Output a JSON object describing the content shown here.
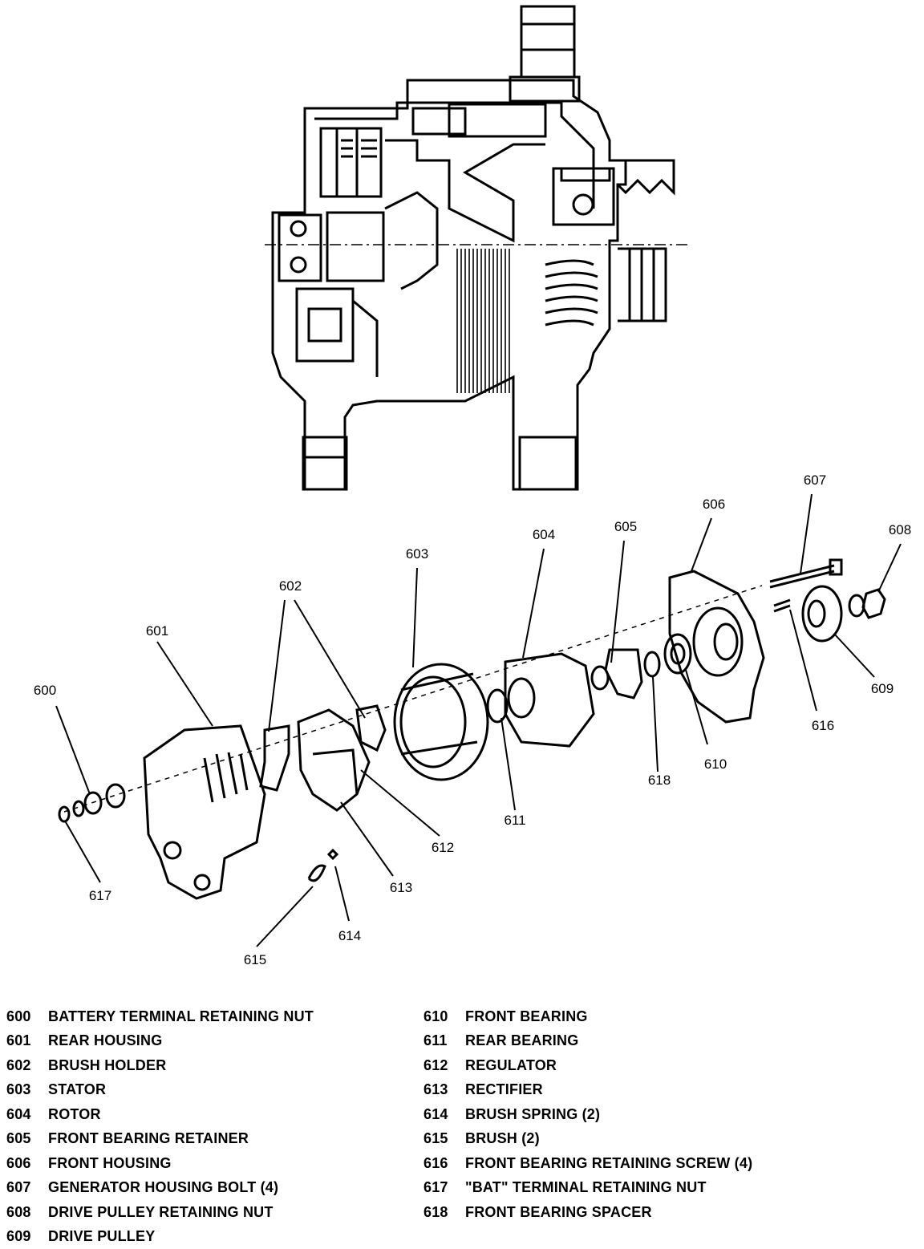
{
  "callouts": [
    "600",
    "601",
    "602",
    "603",
    "604",
    "605",
    "606",
    "607",
    "608",
    "609",
    "610",
    "611",
    "612",
    "613",
    "614",
    "615",
    "616",
    "617",
    "618"
  ],
  "legend": {
    "left": [
      {
        "num": "600",
        "label": "BATTERY TERMINAL RETAINING NUT"
      },
      {
        "num": "601",
        "label": "REAR HOUSING"
      },
      {
        "num": "602",
        "label": "BRUSH HOLDER"
      },
      {
        "num": "603",
        "label": "STATOR"
      },
      {
        "num": "604",
        "label": "ROTOR"
      },
      {
        "num": "605",
        "label": "FRONT BEARING RETAINER"
      },
      {
        "num": "606",
        "label": "FRONT HOUSING"
      },
      {
        "num": "607",
        "label": "GENERATOR HOUSING BOLT (4)"
      },
      {
        "num": "608",
        "label": "DRIVE PULLEY RETAINING NUT"
      },
      {
        "num": "609",
        "label": "DRIVE PULLEY"
      }
    ],
    "right": [
      {
        "num": "610",
        "label": "FRONT BEARING"
      },
      {
        "num": "611",
        "label": "REAR BEARING"
      },
      {
        "num": "612",
        "label": "REGULATOR"
      },
      {
        "num": "613",
        "label": "RECTIFIER"
      },
      {
        "num": "614",
        "label": "BRUSH SPRING (2)"
      },
      {
        "num": "615",
        "label": "BRUSH (2)"
      },
      {
        "num": "616",
        "label": "FRONT BEARING RETAINING SCREW (4)"
      },
      {
        "num": "617",
        "label": "\"BAT\" TERMINAL RETAINING NUT"
      },
      {
        "num": "618",
        "label": "FRONT BEARING SPACER"
      }
    ]
  }
}
